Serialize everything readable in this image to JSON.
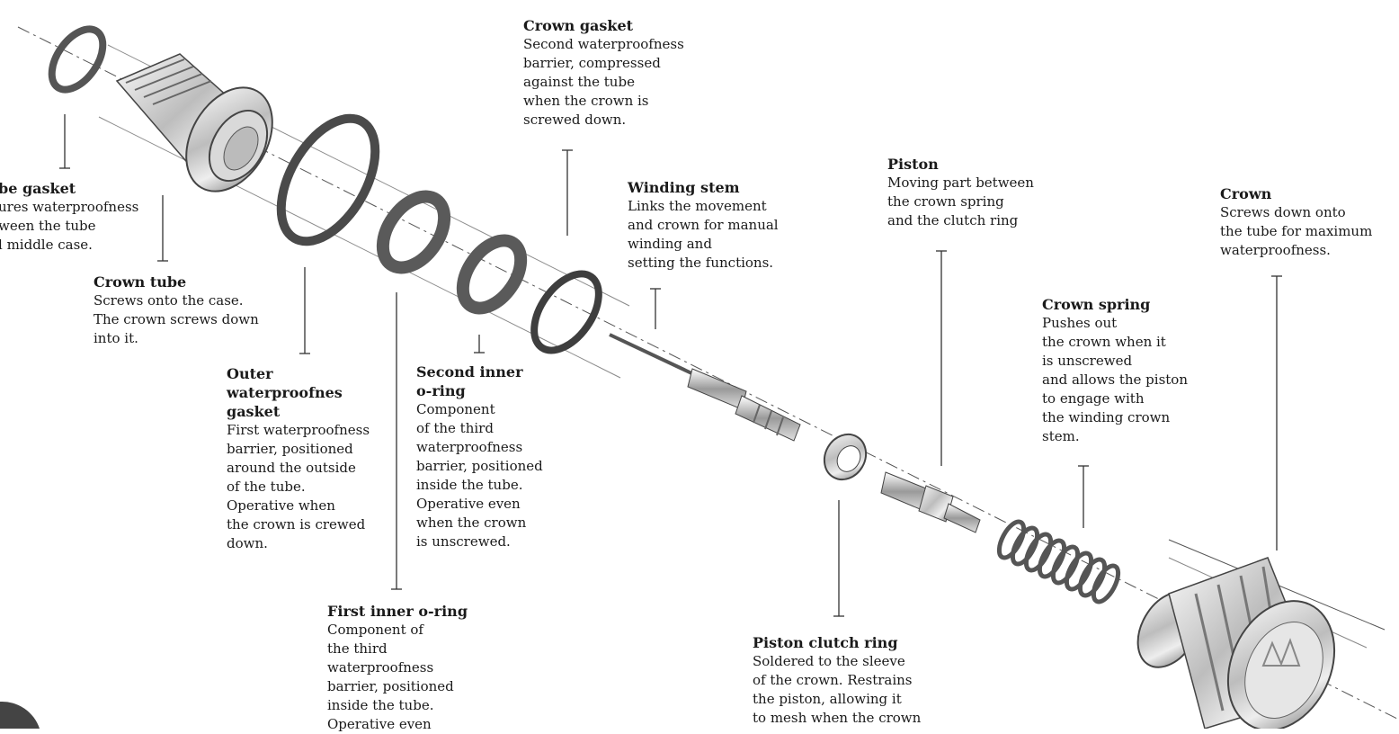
{
  "labels": [
    {
      "id": "tube-gasket",
      "title": "be gasket",
      "desc": "ures waterproofness\nween the tube\nl middle case."
    },
    {
      "id": "crown-tube",
      "title": "Crown tube",
      "desc": "Screws onto the case.\nThe crown screws down\ninto it."
    },
    {
      "id": "outer-gasket",
      "title": "Outer\nwaterproofnes\ngasket",
      "desc": "First waterproofness\nbarrier, positioned\naround the outside\nof the tube.\nOperative when\nthe crown is crewed\ndown."
    },
    {
      "id": "first-inner-oring",
      "title": "First inner o-ring",
      "desc": "Component of\nthe third\nwaterproofness\nbarrier, positioned\ninside the tube.\nOperative even"
    },
    {
      "id": "second-inner-oring",
      "title": "Second inner\no-ring",
      "desc": "Component\nof the third\nwaterproofness\nbarrier, positioned\ninside the tube.\nOperative even\nwhen the crown\nis unscrewed."
    },
    {
      "id": "crown-gasket",
      "title": "Crown gasket",
      "desc": "Second waterproofness\nbarrier, compressed\nagainst the tube\nwhen the crown is\nscrewed down."
    },
    {
      "id": "winding-stem",
      "title": "Winding stem",
      "desc": "Links the movement\nand crown for manual\nwinding and\nsetting the functions."
    },
    {
      "id": "piston",
      "title": "Piston",
      "desc": "Moving part between\nthe crown spring\nand the clutch ring"
    },
    {
      "id": "piston-clutch-ring",
      "title": "Piston clutch ring",
      "desc": "Soldered to the sleeve\nof the crown. Restrains\nthe piston, allowing it\nto mesh when the crown"
    },
    {
      "id": "crown-spring",
      "title": "Crown spring",
      "desc": "Pushes out\nthe crown when it\nis unscrewed\nand allows the piston\nto engage with\nthe winding crown\nstem."
    },
    {
      "id": "crown",
      "title": "Crown",
      "desc": "Screws down onto\nthe tube for maximum\nwaterproofness."
    }
  ],
  "colors": {
    "text": "#1a1a1a",
    "line": "#333333",
    "metal_light": "#f2f2f2",
    "metal_dark": "#6e6e6e"
  }
}
